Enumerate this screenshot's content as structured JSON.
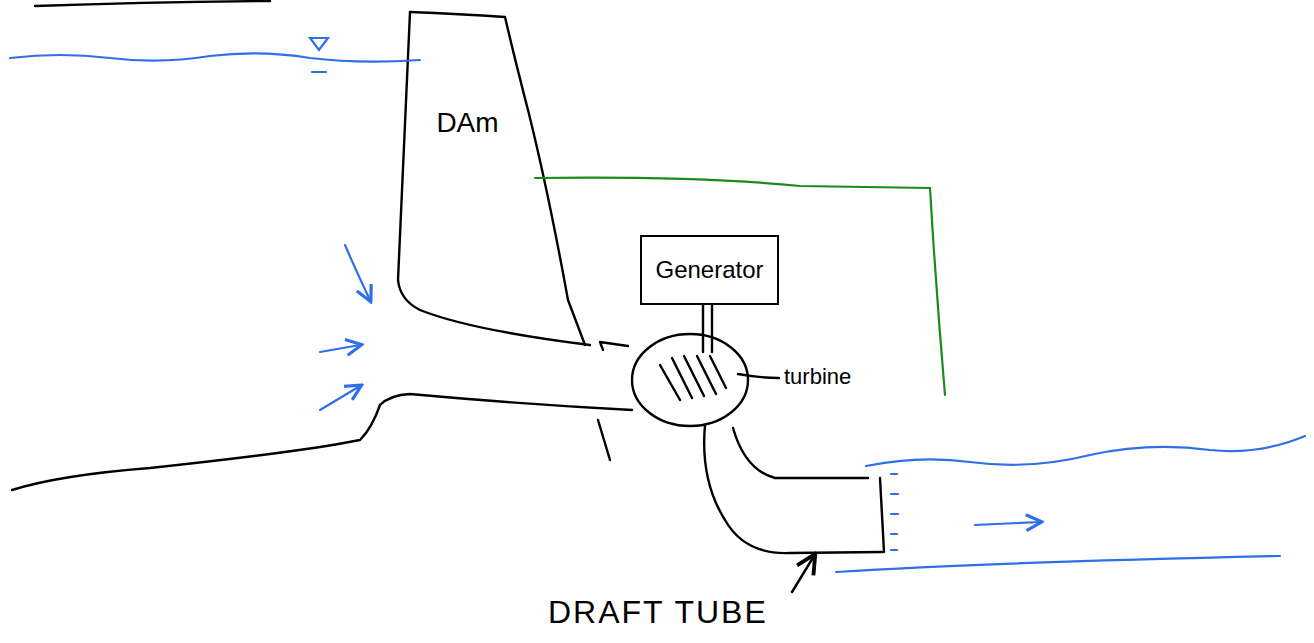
{
  "diagram": {
    "nodes": [
      {
        "text": [
          "DAm"
        ]
      },
      {
        "text": [
          "Generator"
        ]
      }
    ],
    "labels": [
      "turbine",
      "DRAFT TUBE"
    ]
  }
}
